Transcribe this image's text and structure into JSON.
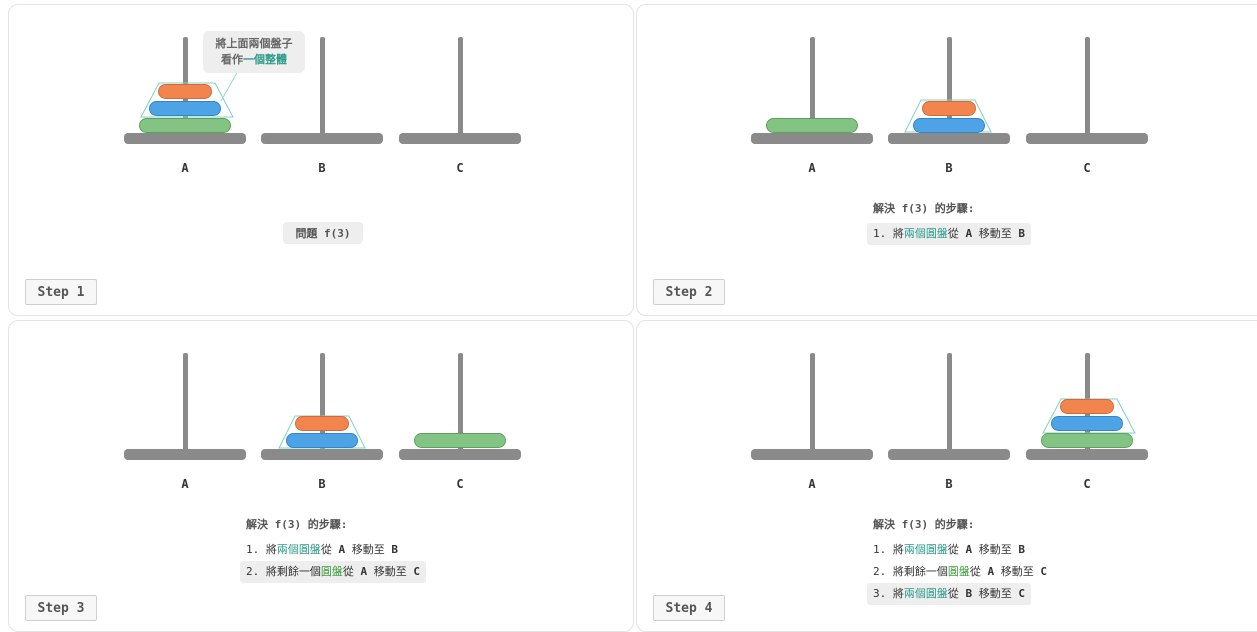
{
  "pegs": [
    "A",
    "B",
    "C"
  ],
  "panels": [
    {
      "step_label": "Step 1",
      "callout": {
        "line1": "將上面兩個盤子",
        "line2_prefix": "看作",
        "line2_highlight": "一個整體"
      },
      "problem_tag": "問題 f(3)"
    },
    {
      "step_label": "Step 2",
      "title": "解決 f(3) 的步驟:",
      "lines": [
        {
          "num": "1.",
          "pre": "將",
          "hl": "兩個圓盤",
          "mid": "從",
          "from": "A",
          "mid2": "移動至",
          "to": "B"
        }
      ]
    },
    {
      "step_label": "Step 3",
      "title": "解決 f(3) 的步驟:",
      "lines": [
        {
          "num": "1.",
          "pre": "將",
          "hl": "兩個圓盤",
          "mid": "從",
          "from": "A",
          "mid2": "移動至",
          "to": "B"
        },
        {
          "num": "2.",
          "pre": "將剩餘一個",
          "hl": "圓盤",
          "mid": "從",
          "from": "A",
          "mid2": "移動至",
          "to": "C"
        }
      ]
    },
    {
      "step_label": "Step 4",
      "title": "解決 f(3) 的步驟:",
      "lines": [
        {
          "num": "1.",
          "pre": "將",
          "hl": "兩個圓盤",
          "mid": "從",
          "from": "A",
          "mid2": "移動至",
          "to": "B"
        },
        {
          "num": "2.",
          "pre": "將剩餘一個",
          "hl": "圓盤",
          "mid": "從",
          "from": "A",
          "mid2": "移動至",
          "to": "C"
        },
        {
          "num": "3.",
          "pre": "將",
          "hl": "兩個圓盤",
          "mid": "從",
          "from": "B",
          "mid2": "移動至",
          "to": "C"
        }
      ]
    }
  ],
  "colors": {
    "small": "#f2854e",
    "medium": "#4ea3e6",
    "large": "#83c383",
    "highlight": "#2d9c8c",
    "rod": "#8a8a8a"
  }
}
